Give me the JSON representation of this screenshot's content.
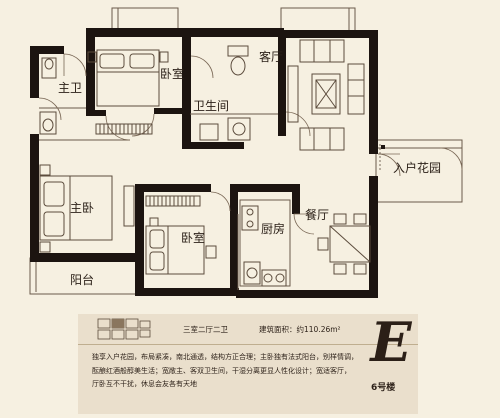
{
  "rooms": {
    "master_bath": "主卫",
    "bedroom_top": "卧室",
    "bathroom": "卫生间",
    "living_room": "客厅",
    "entry_garden": "入户花园",
    "master_bedroom": "主卧",
    "bedroom_bottom": "卧室",
    "kitchen": "厨房",
    "dining_room": "餐厅",
    "balcony": "阳台"
  },
  "info": {
    "layout_type": "三室二厅二卫",
    "area": "建筑面积：约110.26m²",
    "description_lines": [
      "独享入户花园，布局紧凑，南北通透，结构方正合理；主卧独有法式阳台，别样情调，",
      "酝酿红酒般醇美生活；宽敞主、客双卫生间，干湿分离更显人性化设计；宽适客厅，",
      "厅卧互不干扰，休息会友各有天地"
    ],
    "type_letter": "E",
    "building": "6号楼"
  },
  "colors": {
    "background": "#f6f0e1",
    "wall": "#1c1410",
    "info_panel": "#eadfcc"
  }
}
